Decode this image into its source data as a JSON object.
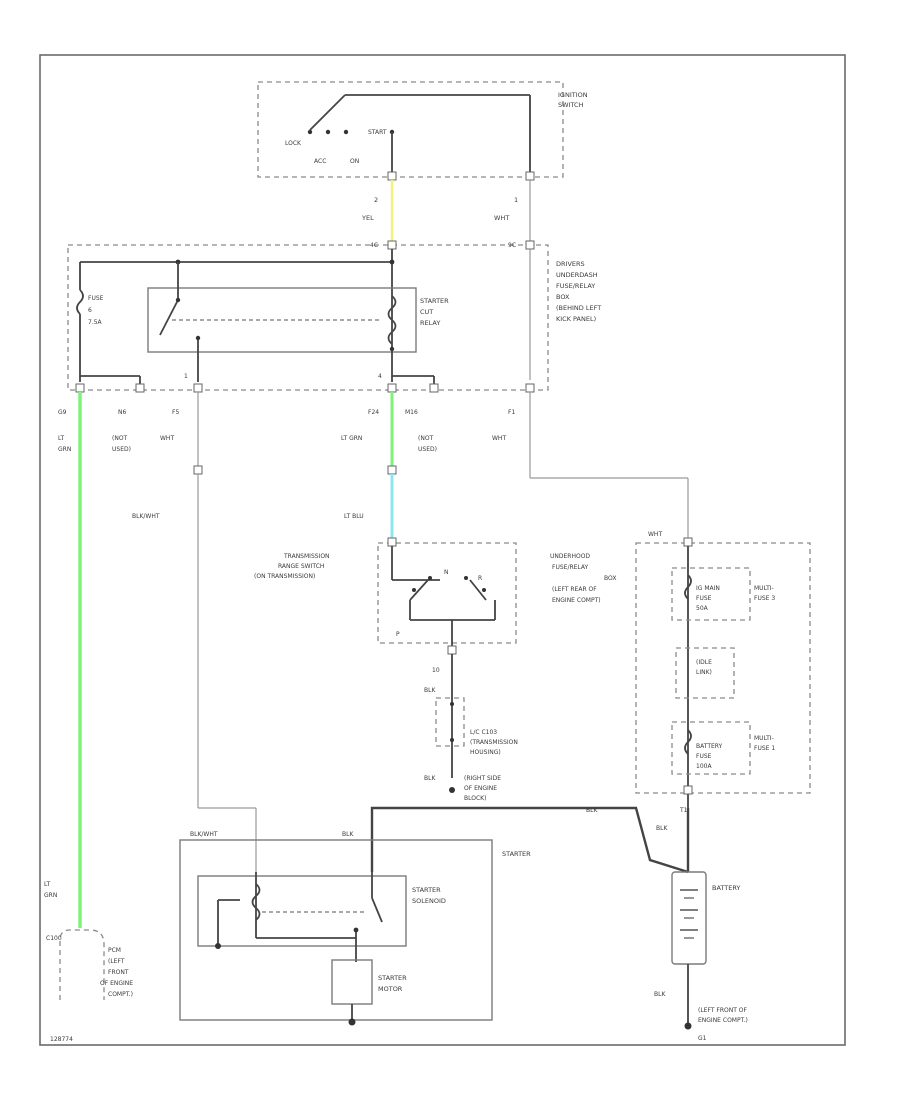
{
  "colors": {
    "yel": "#f2f27a",
    "lt_grn": "#7ff27a",
    "lt_blu": "#8de6f0",
    "wire": "#444444",
    "frame": "#6a6a6a"
  },
  "ignition": {
    "title": [
      "IGNITION",
      "SWITCH"
    ],
    "lock": "LOCK",
    "start": "START",
    "acc": "ACC",
    "on": "ON",
    "pin_left": "2",
    "pin_right": "1",
    "wire_left": "YEL",
    "wire_right": "WHT"
  },
  "fusebox": {
    "title": [
      "DRIVERS",
      "UNDERDASH",
      "FUSE/RELAY",
      "BOX",
      "(BEHIND LEFT",
      "KICK PANEL)"
    ],
    "conn_top_left": "4C",
    "conn_top_right": "9C",
    "fuse": [
      "FUSE",
      "6",
      "7.5A"
    ],
    "relay": [
      "STARTER",
      "CUT",
      "RELAY"
    ],
    "pin_1": "1",
    "pin_4": "4",
    "conn_g9": "G9",
    "conn_n6": "N6",
    "conn_f5": "F5",
    "conn_f24": "F24",
    "conn_m16": "M16",
    "conn_f1": "F1",
    "lbl_lt_grn_a": [
      "LT",
      "GRN"
    ],
    "lbl_not_used_a": [
      "(NOT",
      "USED)"
    ],
    "lbl_wht_a": "WHT",
    "lbl_lt_grn_b": "LT GRN",
    "lbl_not_used_b": [
      "(NOT",
      "USED)"
    ],
    "lbl_wht_b": "WHT"
  },
  "wires": {
    "blk_wht": "BLK/WHT",
    "lt_blu": "LT BLU",
    "blk": "BLK",
    "blk_wht_2": "BLK/WHT",
    "blk_2": "BLK",
    "blk_3": "BLK",
    "wht": "WHT",
    "blk_4": "BLK",
    "blk_5": "BLK",
    "lt_grn_pcm": [
      "LT",
      "GRN"
    ]
  },
  "range_switch": {
    "title": [
      "TRANSMISSION",
      "RANGE SWITCH",
      "(ON TRANSMISSION)"
    ],
    "p": "P",
    "n": "N",
    "r": "R",
    "c_bottom": "10"
  },
  "lock_switch": {
    "title": [
      "L/C C103",
      "(TRANSMISSION",
      "HOUSING)"
    ]
  },
  "ground_g101": {
    "title": [
      "(RIGHT SIDE",
      "OF ENGINE",
      "BLOCK)"
    ]
  },
  "underhood": {
    "title": [
      "UNDERHOOD",
      "FUSE/RELAY",
      "BOX",
      "(LEFT REAR OF",
      "ENGINE COMPT)"
    ],
    "main_fuse": [
      "IG MAIN",
      "FUSE",
      "50A"
    ],
    "multi_fuse_3": [
      "MULTI-",
      "FUSE 3"
    ],
    "solid_link": [
      "(IDLE",
      "LINK)"
    ],
    "battery_fuse": [
      "BATTERY",
      "FUSE",
      "100A"
    ],
    "multi_fuse_1": [
      "MULTI-",
      "FUSE 1"
    ],
    "conn_t1": "T1"
  },
  "starter": {
    "title": "STARTER",
    "solenoid": [
      "STARTER",
      "SOLENOID"
    ],
    "motor": [
      "STARTER",
      "MOTOR"
    ]
  },
  "battery": {
    "title": "BATTERY"
  },
  "pcm": {
    "title": [
      "PCM",
      "(LEFT",
      "FRONT",
      "OF ENGINE",
      "COMPT.)"
    ],
    "conn": "C100"
  },
  "ground_bottom": {
    "title": [
      "(LEFT FRONT OF",
      "ENGINE COMPT.)"
    ],
    "id": "G1"
  },
  "footer": {
    "code": "128774"
  }
}
